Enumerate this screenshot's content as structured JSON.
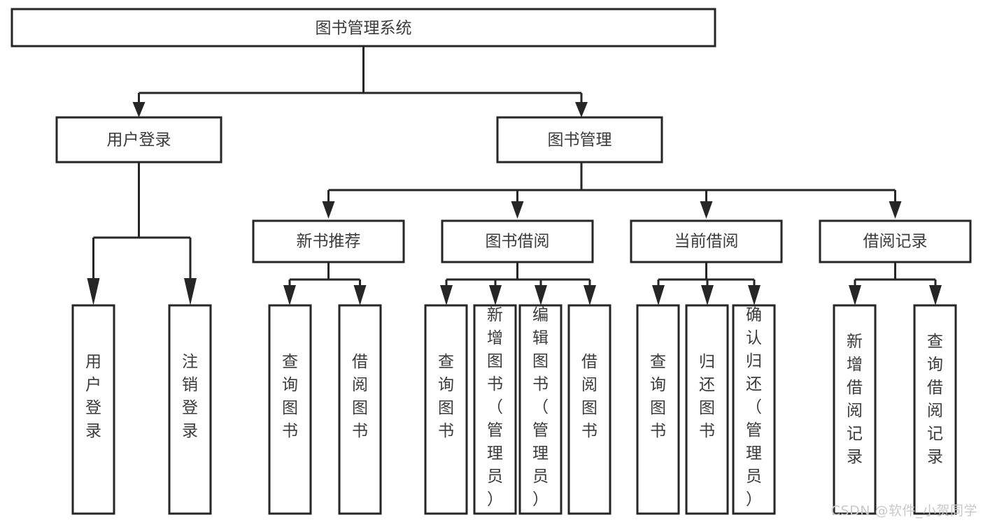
{
  "diagram": {
    "title": "图书管理系统",
    "type": "tree-hierarchy",
    "colors": {
      "box_stroke": "#262626",
      "box_fill": "#ffffff",
      "text": "#3b3b3b",
      "background": "#ffffff",
      "watermark": "#c9c9c9"
    },
    "root": {
      "label": "图书管理系统"
    },
    "level2": [
      {
        "label": "用户登录"
      },
      {
        "label": "图书管理"
      }
    ],
    "level3": [
      {
        "label": "新书推荐",
        "parent": "图书管理"
      },
      {
        "label": "图书借阅",
        "parent": "图书管理"
      },
      {
        "label": "当前借阅",
        "parent": "图书管理"
      },
      {
        "label": "借阅记录",
        "parent": "图书管理"
      }
    ],
    "leaves": [
      {
        "label": "用户登录",
        "parent": "用户登录"
      },
      {
        "label": "注销登录",
        "parent": "用户登录"
      },
      {
        "label": "查询图书",
        "parent": "新书推荐"
      },
      {
        "label": "借阅图书",
        "parent": "新书推荐"
      },
      {
        "label": "查询图书",
        "parent": "图书借阅"
      },
      {
        "label": "新增图书（管理员）",
        "parent": "图书借阅"
      },
      {
        "label": "编辑图书（管理员）",
        "parent": "图书借阅"
      },
      {
        "label": "借阅图书",
        "parent": "图书借阅"
      },
      {
        "label": "查询图书",
        "parent": "当前借阅"
      },
      {
        "label": "归还图书",
        "parent": "当前借阅"
      },
      {
        "label": "确认归还（管理员）",
        "parent": "当前借阅"
      },
      {
        "label": "新增借阅记录",
        "parent": "借阅记录"
      },
      {
        "label": "查询借阅记录",
        "parent": "借阅记录"
      }
    ]
  },
  "watermark": {
    "text": "CSDN @软件_小贺同学"
  }
}
